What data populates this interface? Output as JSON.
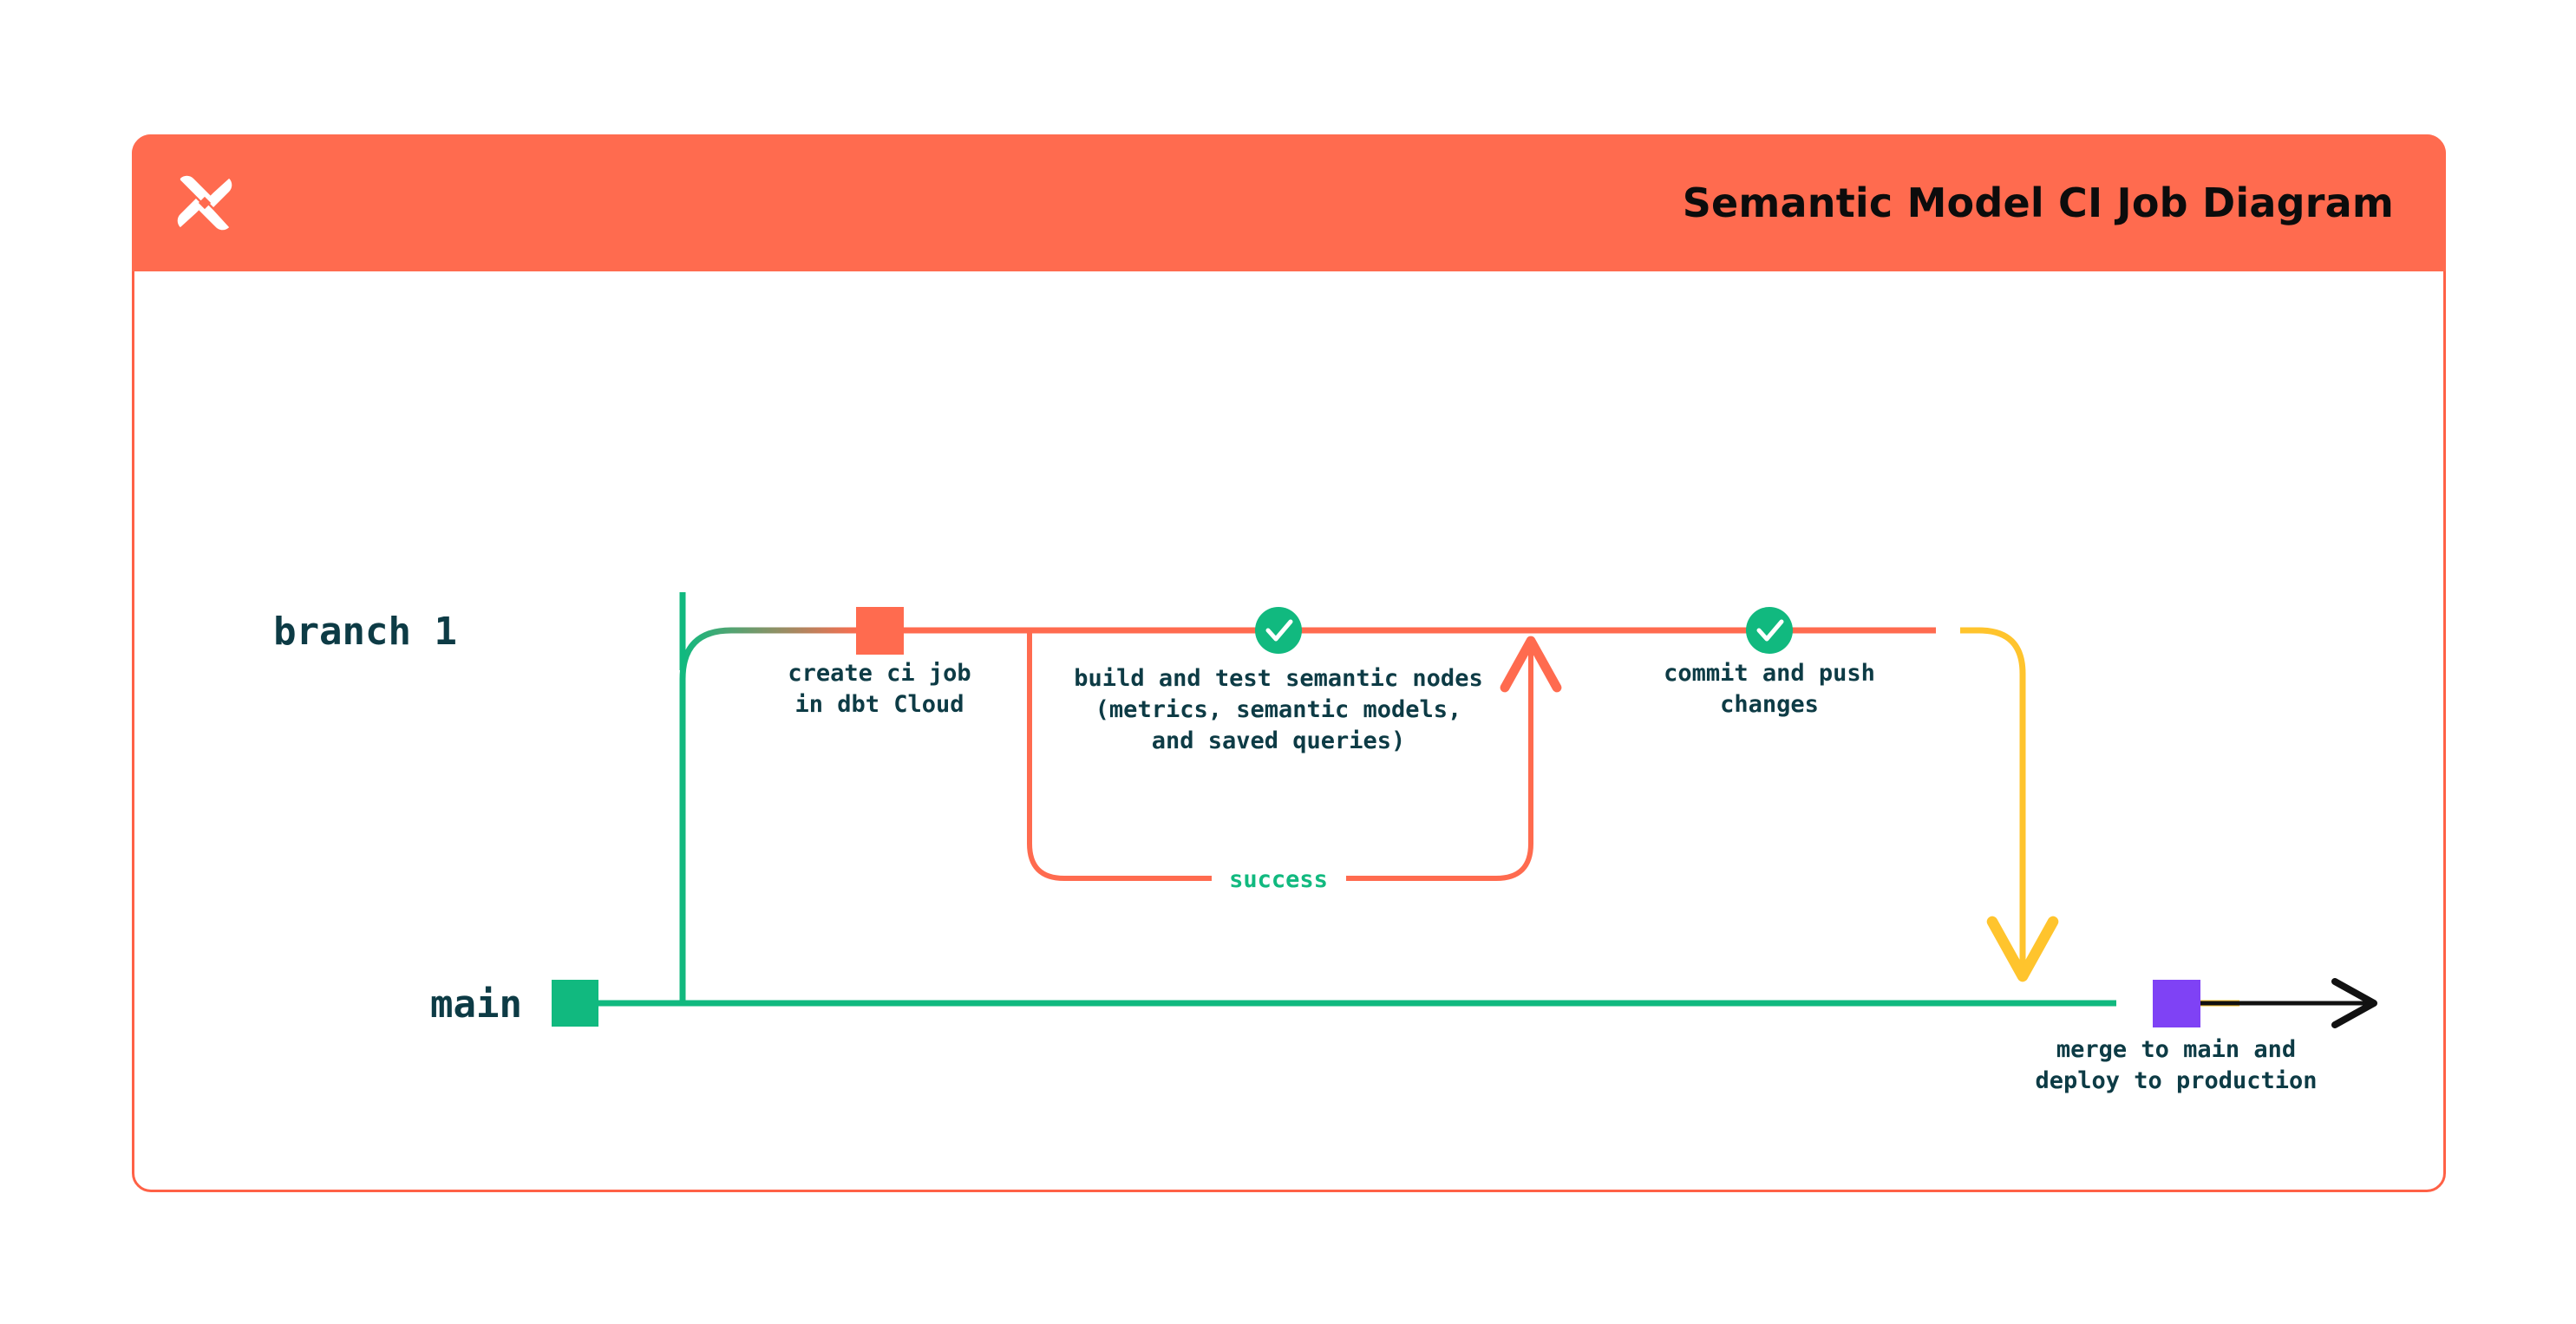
{
  "header": {
    "logo_icon": "dbt-logo-icon",
    "title": "Semantic Model CI Job Diagram"
  },
  "colors": {
    "brand_orange": "#ff6b4f",
    "border_orange": "#ff6146",
    "green": "#11b97f",
    "teal_dark": "#0d3b45",
    "yellow": "#ffc42d",
    "purple": "#7f42f5",
    "black": "#111111",
    "white": "#ffffff"
  },
  "diagram": {
    "type": "git-branch-flow",
    "lanes": [
      {
        "id": "branch1",
        "label": "branch 1",
        "color": "#ff6b4f"
      },
      {
        "id": "main",
        "label": "main",
        "color": "#11b97f"
      }
    ],
    "nodes": [
      {
        "id": "create-ci-job",
        "lane": "branch1",
        "marker": "square",
        "marker_color": "#ff6b4f",
        "label_lines": [
          "create ci job",
          "in dbt Cloud"
        ]
      },
      {
        "id": "build-and-test",
        "lane": "branch1",
        "marker": "check-circle",
        "marker_color": "#11b97f",
        "label_lines": [
          "build and test semantic nodes",
          "(metrics, semantic models,",
          "and saved queries)"
        ]
      },
      {
        "id": "commit-and-push",
        "lane": "branch1",
        "marker": "check-circle",
        "marker_color": "#11b97f",
        "label_lines": [
          "commit and push",
          "changes"
        ]
      },
      {
        "id": "merge-to-main",
        "lane": "main",
        "marker": "square",
        "marker_color": "#7f42f5",
        "label_lines": [
          "merge to main and",
          "deploy to production"
        ]
      }
    ],
    "edges": [
      {
        "id": "success-loop",
        "label": "success",
        "label_color": "#11b97f",
        "stroke": "#ff6b4f",
        "from": "build-and-test",
        "to": "build-and-test"
      },
      {
        "id": "merge-edge",
        "label": "",
        "stroke": "#ffc42d",
        "from": "commit-and-push",
        "to": "merge-to-main"
      },
      {
        "id": "branch-out",
        "label": "",
        "stroke": "#11b97f",
        "from": "main",
        "to": "branch1"
      },
      {
        "id": "main-continues",
        "label": "",
        "stroke": "#111111",
        "from": "merge-to-main",
        "to": "end"
      }
    ]
  }
}
